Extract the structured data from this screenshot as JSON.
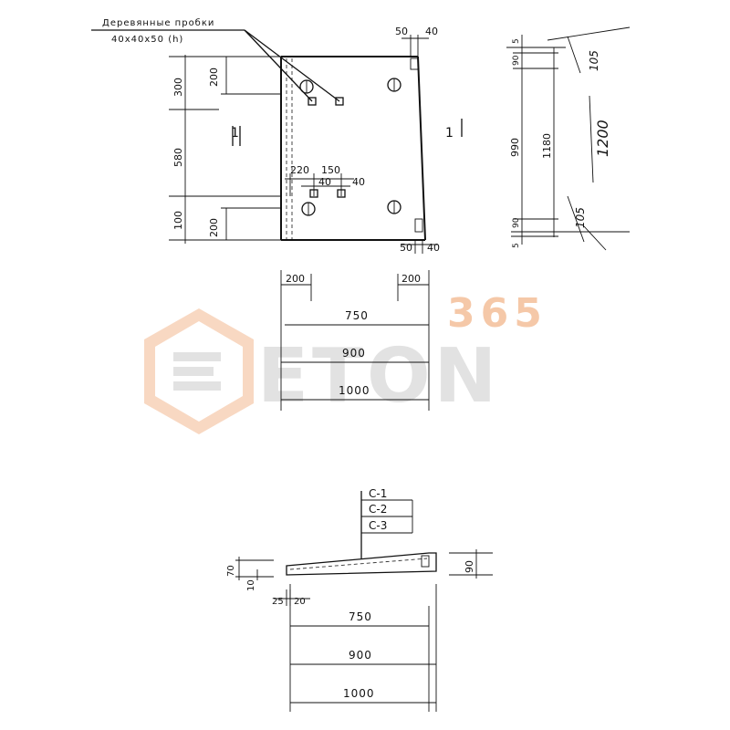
{
  "top_view": {
    "inserts_label": "Деревянные пробки",
    "inserts_size": "40x40x50 (h)",
    "dim_top_right_a": "50",
    "dim_top_right_b": "40",
    "dim_left_300": "300",
    "dim_left_200_top": "200",
    "dim_left_580": "580",
    "dim_left_100": "100",
    "dim_left_200_bottom": "200",
    "dim_inner_220": "220",
    "dim_inner_150": "150",
    "dim_inner_40a": "40",
    "dim_inner_40b": "40",
    "dim_bottom_right_a": "50",
    "dim_bottom_right_b": "40",
    "section_left": "1",
    "section_right": "1",
    "dim_200_left": "200",
    "dim_200_right": "200",
    "dim_750": "750",
    "dim_900": "900",
    "dim_1000": "1000"
  },
  "side_view": {
    "dim_90_top": "90",
    "dim_5_top": "5",
    "dim_990": "990",
    "dim_1180": "1180",
    "dim_90_bottom": "90",
    "dim_5_bottom": "5",
    "hand_105_top": "105",
    "hand_1200": "1200",
    "hand_105_bottom": "105"
  },
  "section_view": {
    "marks": [
      "С-1",
      "С-2",
      "С-3"
    ],
    "dim_70": "70",
    "dim_10": "10",
    "dim_90": "90",
    "dim_25": "25",
    "dim_20": "20",
    "dim_750": "750",
    "dim_900": "900",
    "dim_1000": "1000"
  },
  "watermark": {
    "number": "365",
    "word": "ETON",
    "accent_color": "#f5c8a8",
    "gray_color": "#e2e2e2"
  }
}
